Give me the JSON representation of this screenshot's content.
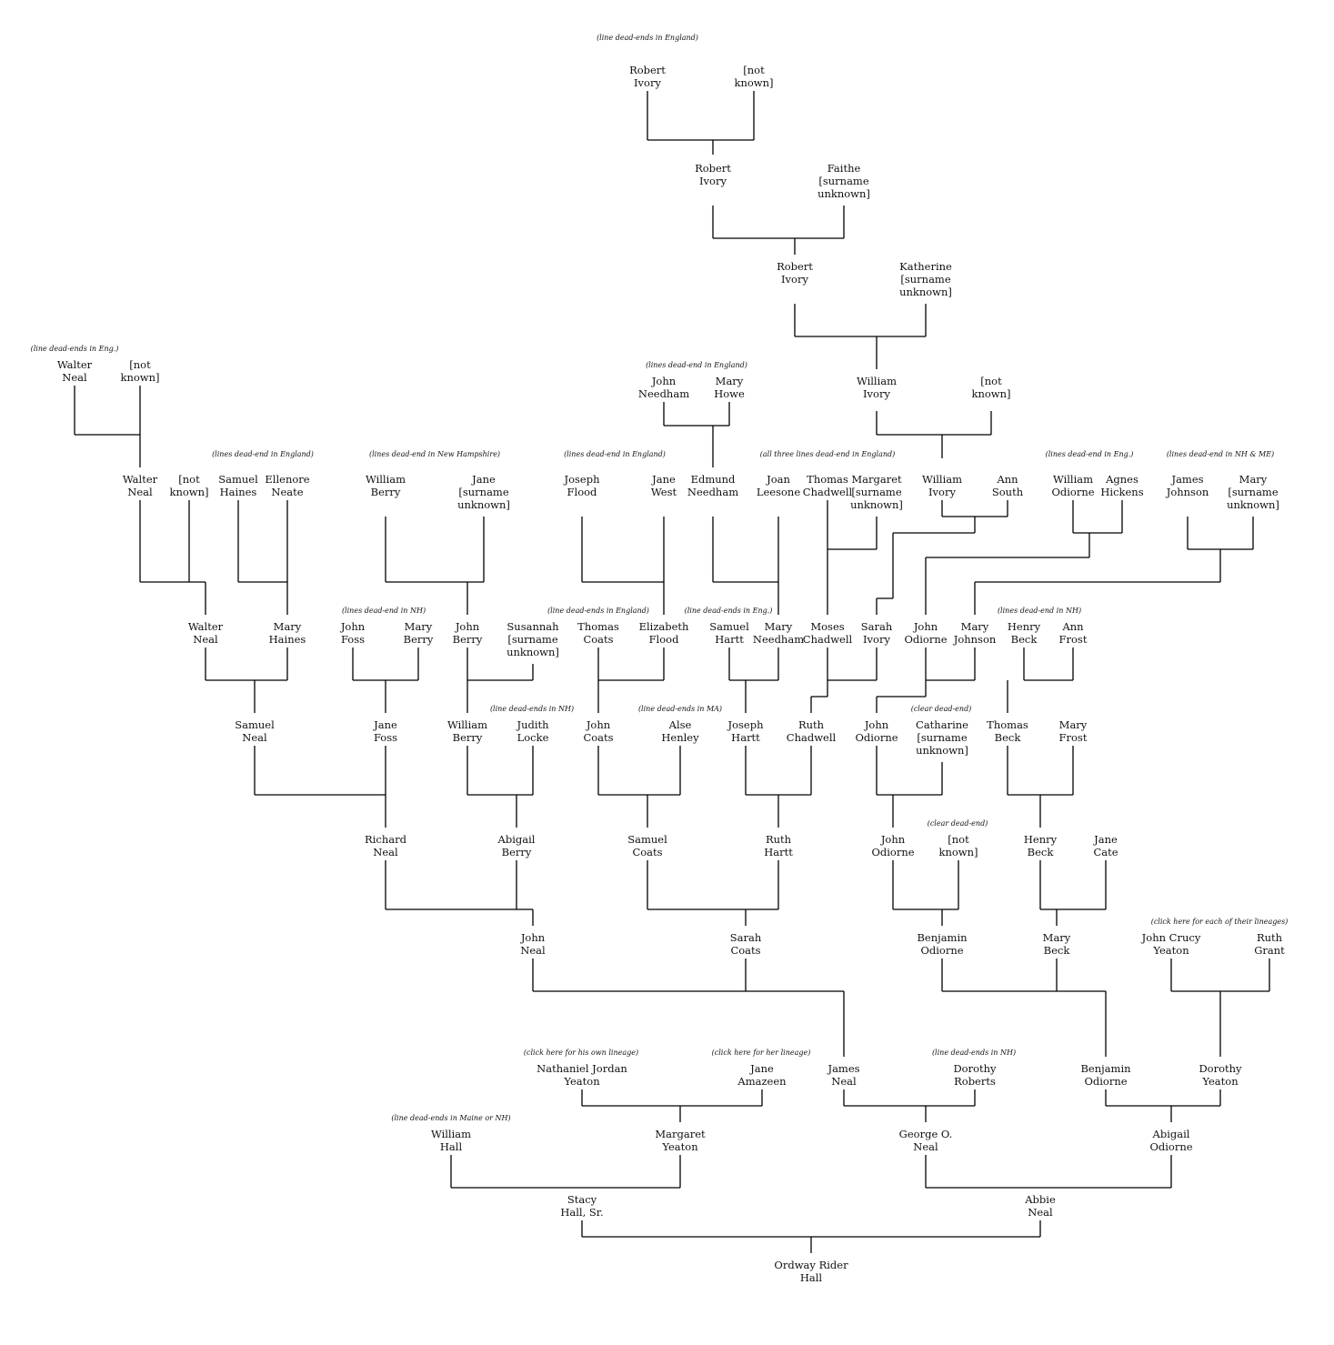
{
  "persons": {
    "robert_ivory_1": "Robert\nIvory",
    "not_known_1": "[not\nknown]",
    "robert_ivory_2": "Robert\nIvory",
    "faithe": "Faithe\n[surname\nunknown]",
    "robert_ivory_3": "Robert\nIvory",
    "katherine": "Katherine\n[surname\nunknown]",
    "william_ivory_1": "William\nIvory",
    "not_known_2": "[not\nknown]",
    "walter_neal_1": "Walter\nNeal",
    "not_known_3": "[not\nknown]",
    "john_needham": "John\nNeedham",
    "mary_howe": "Mary\nHowe",
    "walter_neal_2": "Walter\nNeal",
    "not_known_4": "[not\nknown]",
    "samuel_haines": "Samuel\nHaines",
    "ellenore_neate": "Ellenore\nNeate",
    "william_berry_1": "William\nBerry",
    "jane_berry": "Jane\n[surname\nunknown]",
    "joseph_flood": "Joseph\nFlood",
    "jane_west": "Jane\nWest",
    "edmund_needham": "Edmund\nNeedham",
    "joan_leesone": "Joan\nLeesone",
    "thomas_chadwell": "Thomas\nChadwell",
    "margaret_chadwell": "Margaret\n[surname\nunknown]",
    "william_ivory_2": "William\nIvory",
    "ann_south": "Ann\nSouth",
    "william_odiorne": "William\nOdiorne",
    "agnes_hickens": "Agnes\nHickens",
    "james_johnson": "James\nJohnson",
    "mary_johnson_wife": "Mary\n[surname\nunknown]",
    "walter_neal_3": "Walter\nNeal",
    "mary_haines": "Mary\nHaines",
    "john_foss": "John\nFoss",
    "mary_berry": "Mary\nBerry",
    "john_berry": "John\nBerry",
    "susannah": "Susannah\n[surname\nunknown]",
    "thomas_coats": "Thomas\nCoats",
    "elizabeth_flood": "Elizabeth\nFlood",
    "samuel_hartt": "Samuel\nHartt",
    "mary_needham": "Mary\nNeedham",
    "moses_chadwell": "Moses\nChadwell",
    "sarah_ivory": "Sarah\nIvory",
    "john_odiorne_1": "John\nOdiorne",
    "mary_johnson": "Mary\nJohnson",
    "henry_beck_1": "Henry\nBeck",
    "ann_frost": "Ann\nFrost",
    "samuel_neal": "Samuel\nNeal",
    "jane_foss": "Jane\nFoss",
    "william_berry_2": "William\nBerry",
    "judith_locke": "Judith\nLocke",
    "john_coats": "John\nCoats",
    "alse_henley": "Alse\nHenley",
    "joseph_hartt": "Joseph\nHartt",
    "ruth_chadwell": "Ruth\nChadwell",
    "john_odiorne_2": "John\nOdiorne",
    "catharine": "Catharine\n[surname\nunknown]",
    "thomas_beck": "Thomas\nBeck",
    "mary_frost": "Mary\nFrost",
    "richard_neal": "Richard\nNeal",
    "abigail_berry": "Abigail\nBerry",
    "samuel_coats": "Samuel\nCoats",
    "ruth_hartt": "Ruth\nHartt",
    "john_odiorne_3": "John\nOdiorne",
    "not_known_5": "[not\nknown]",
    "henry_beck_2": "Henry\nBeck",
    "jane_cate": "Jane\nCate",
    "john_neal": "John\nNeal",
    "sarah_coats": "Sarah\nCoats",
    "benjamin_odiorne_1": "Benjamin\nOdiorne",
    "mary_beck": "Mary\nBeck",
    "john_crucy_yeaton": "John Crucy\nYeaton",
    "ruth_grant": "Ruth\nGrant",
    "nathaniel_yeaton": "Nathaniel Jordan\nYeaton",
    "jane_amazeen": "Jane\nAmazeen",
    "james_neal": "James\nNeal",
    "dorothy_roberts": "Dorothy\nRoberts",
    "benjamin_odiorne_2": "Benjamin\nOdiorne",
    "dorothy_yeaton": "Dorothy\nYeaton",
    "william_hall": "William\nHall",
    "margaret_yeaton": "Margaret\nYeaton",
    "george_neal": "George O.\nNeal",
    "abigail_odiorne": "Abigail\nOdiorne",
    "stacy_hall": "Stacy\nHall, Sr.",
    "abbie_neal": "Abbie\nNeal",
    "ordway_hall": "Ordway Rider\nHall"
  },
  "notes": {
    "ivory_top": "(line dead-ends in England)",
    "walter_top": "(line dead-ends in Eng.)",
    "needham_top": "(lines dead-end in England)",
    "haines_neate": "(lines dead-end in England)",
    "berry_nh": "(lines dead-end in New Hampshire)",
    "flood_west": "(lines dead-end in England)",
    "chadwell_three": "(all three lines dead-end in England)",
    "odiorne_eng": "(lines dead-end in Eng.)",
    "johnson_nh_me": "(lines dead-end in NH & ME)",
    "foss_nh": "(lines dead-end in NH)",
    "coats_eng": "(line dead-ends in England)",
    "hartt_eng": "(line dead-ends in Eng.)",
    "beck_frost_nh": "(lines dead-end in NH)",
    "locke_nh": "(line dead-ends in NH)",
    "henley_ma": "(line dead-ends in MA)",
    "catharine_clear": "(clear dead-end)",
    "not_known_clear": "(clear dead-end)",
    "yeaton_grant_click": "(click here for each of their lineages)",
    "nathaniel_click": "(click here for his own lineage)",
    "amazeen_click": "(click here for her lineage)",
    "roberts_nh": "(line dead-ends in NH)",
    "hall_maine": "(line dead-ends in Maine or NH)"
  }
}
